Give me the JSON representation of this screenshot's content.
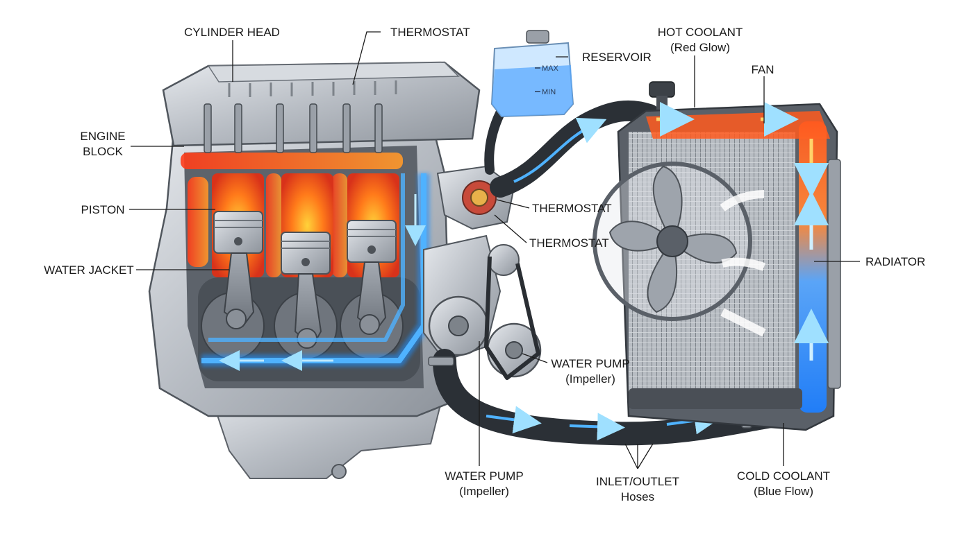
{
  "labels": {
    "cylinder_head": "CYLINDER HEAD",
    "thermostat_top": "THERMOSTAT",
    "reservoir": "RESERVOIR",
    "hot_coolant_line1": "HOT COOLANT",
    "hot_coolant_line2": "(Red Glow)",
    "fan": "FAN",
    "engine_block_line1": "ENGINE",
    "engine_block_line2": "BLOCK",
    "piston": "PISTON",
    "water_jacket": "WATER JACKET",
    "thermostat_mid1": "THERMOSTAT",
    "thermostat_mid2": "THERMOSTAT",
    "radiator": "RADIATOR",
    "water_pump_right_line1": "WATER PUMP",
    "water_pump_right_line2": "(Impeller)",
    "water_pump_bottom_line1": "WATER PUMP",
    "water_pump_bottom_line2": "(Impeller)",
    "hoses_line1": "INLET/OUTLET",
    "hoses_line2": "Hoses",
    "cold_coolant_line1": "COLD COOLANT",
    "cold_coolant_line2": "(Blue Flow)"
  },
  "reservoir_marks": {
    "max": "MAX",
    "min": "MIN"
  },
  "colors": {
    "hot_coolant": "#ff5a1f",
    "cold_coolant": "#1e90ff",
    "engine_metal": "#b9bec5",
    "hose": "#2b3036",
    "radiator_frame": "#4a4f56"
  }
}
